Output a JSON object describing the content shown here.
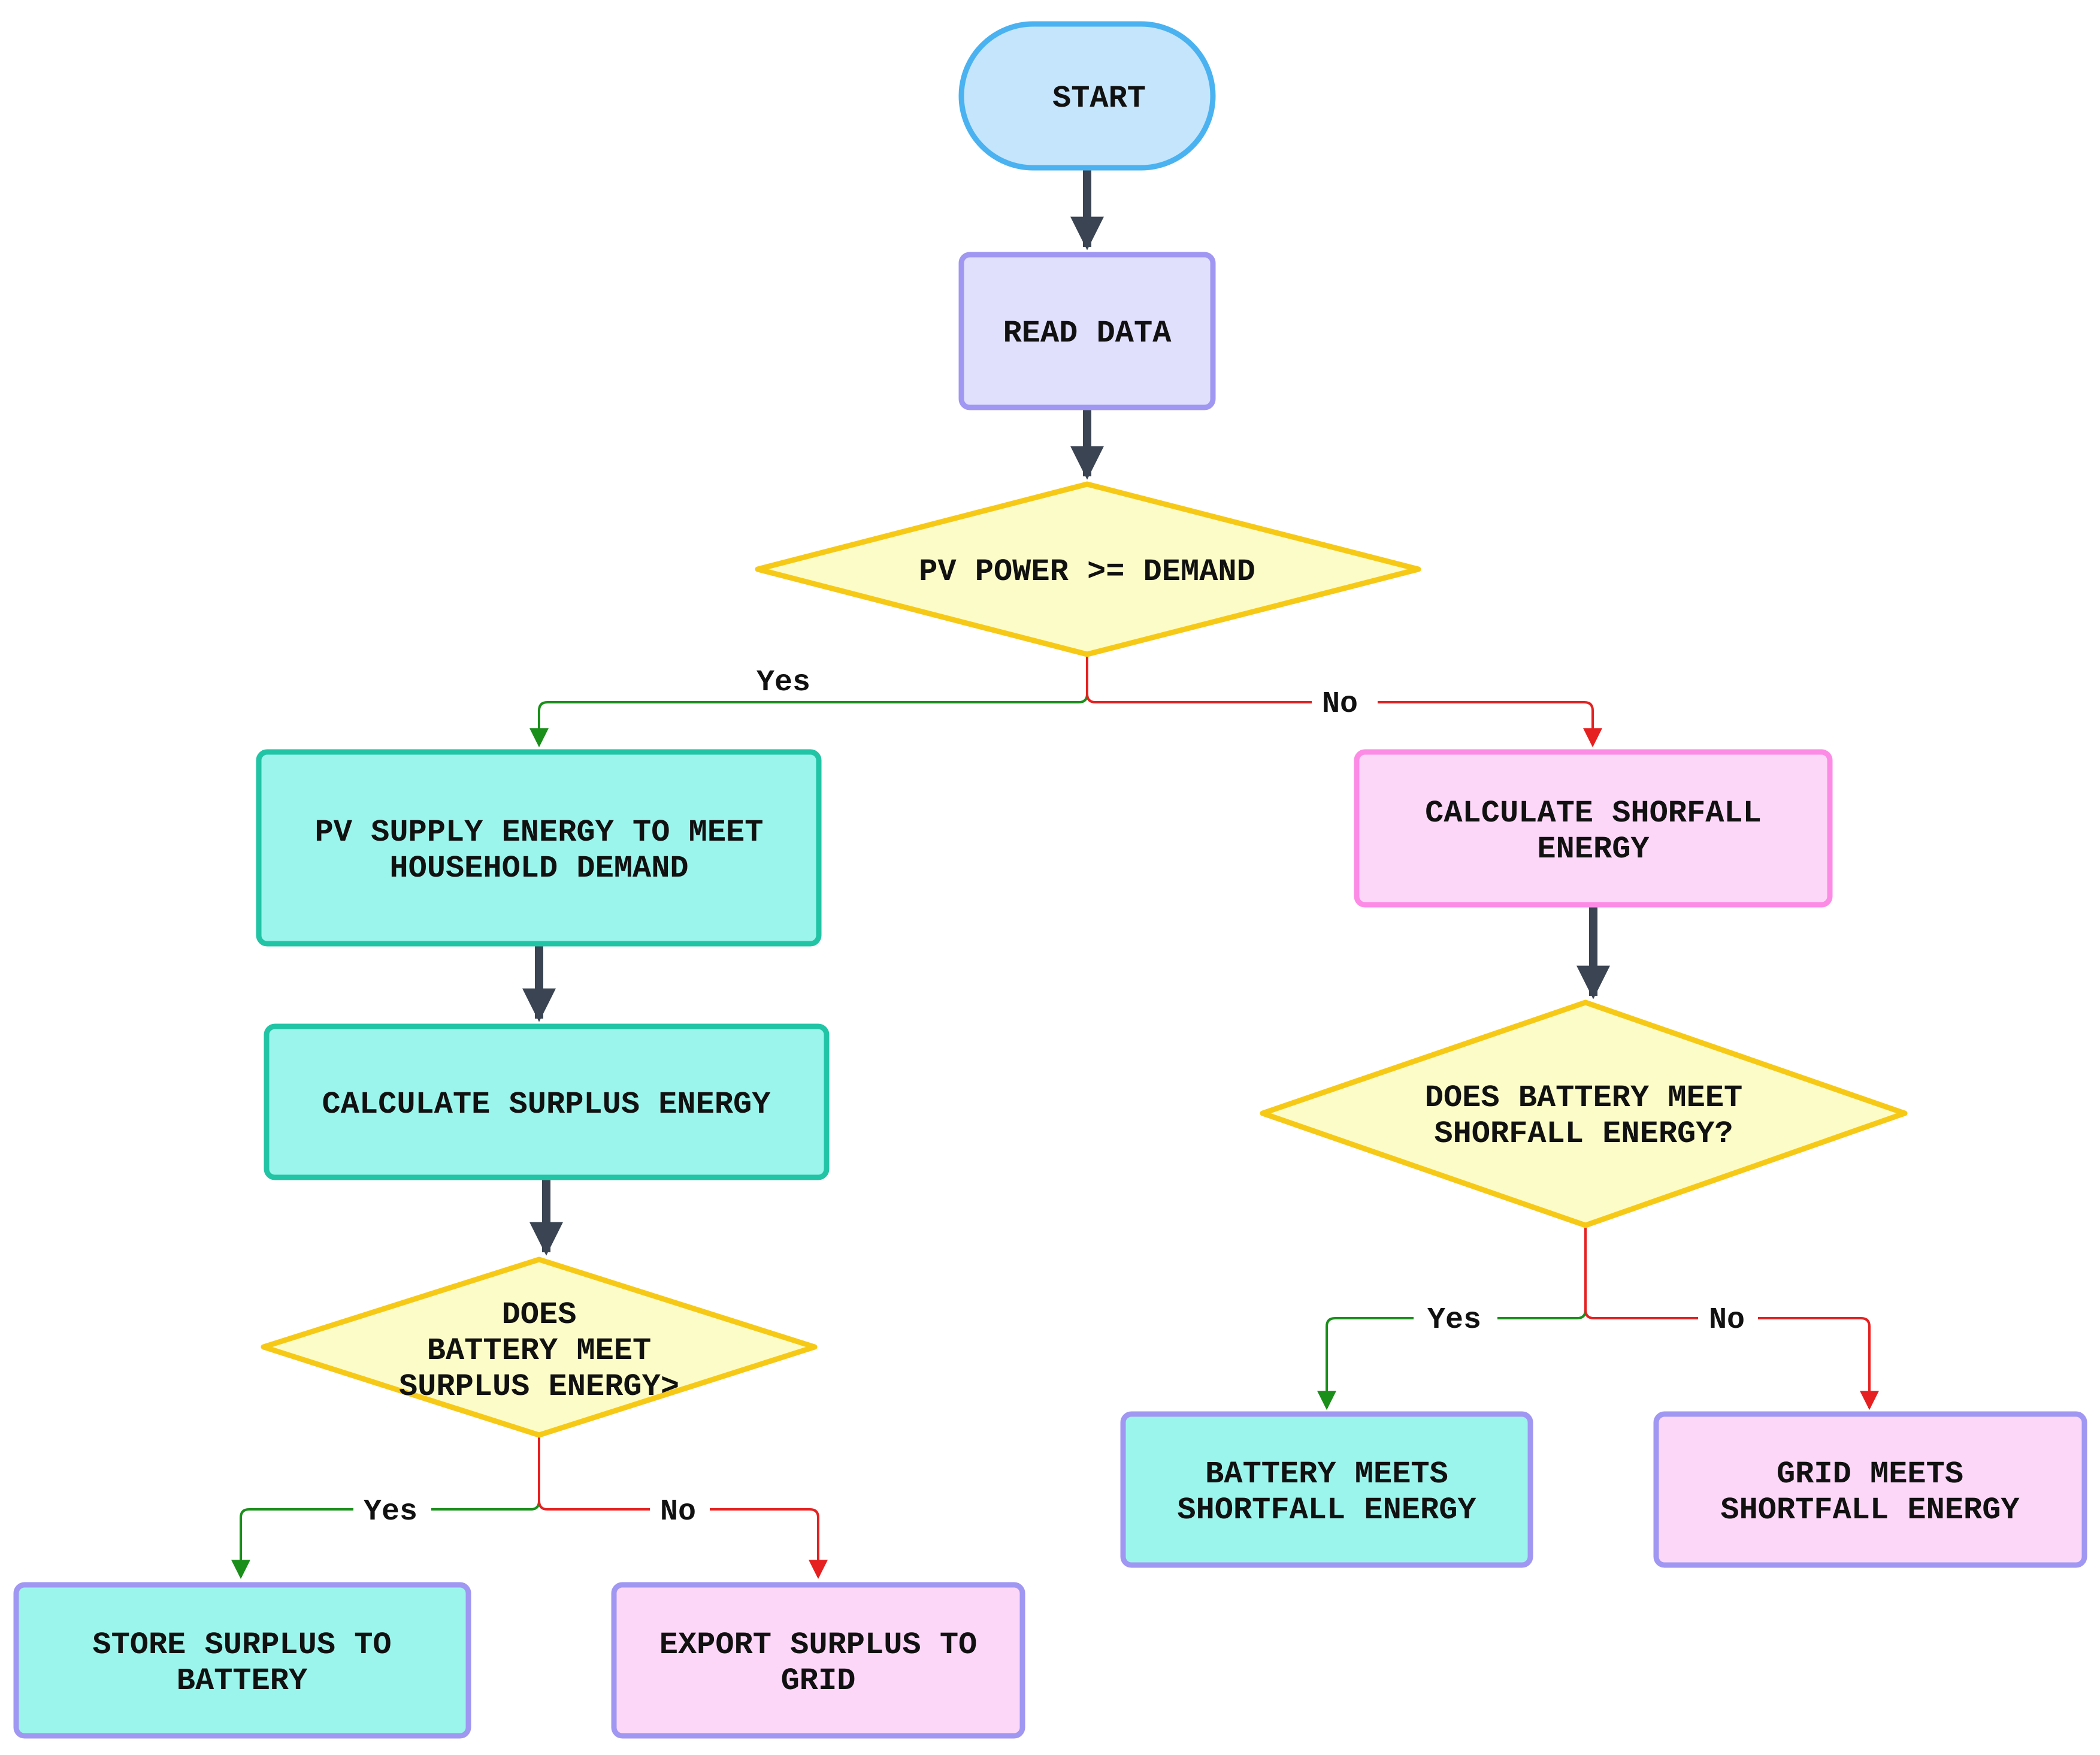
{
  "nodes": {
    "start": {
      "lines": [
        "START"
      ]
    },
    "read_data": {
      "lines": [
        "READ DATA"
      ]
    },
    "decision_pv": {
      "lines": [
        "PV POWER >= DEMAND"
      ]
    },
    "pv_supply": {
      "lines": [
        "PV SUPPLY ENERGY TO MEET",
        "HOUSEHOLD DEMAND"
      ]
    },
    "calc_surplus": {
      "lines": [
        "CALCULATE SURPLUS ENERGY"
      ]
    },
    "decision_surplus": {
      "lines": [
        "DOES",
        "BATTERY MEET",
        "SURPLUS ENERGY>"
      ]
    },
    "store_battery": {
      "lines": [
        "STORE SURPLUS TO",
        "BATTERY"
      ]
    },
    "export_grid": {
      "lines": [
        "EXPORT SURPLUS TO",
        "GRID"
      ]
    },
    "calc_shortfall": {
      "lines": [
        "CALCULATE SHORFALL",
        "ENERGY"
      ]
    },
    "decision_shortfall": {
      "lines": [
        "DOES BATTERY MEET",
        "SHORFALL ENERGY?"
      ]
    },
    "battery_meets": {
      "lines": [
        "BATTERY MEETS",
        "SHORTFALL ENERGY"
      ]
    },
    "grid_meets": {
      "lines": [
        "GRID MEETS",
        "SHORTFALL ENERGY"
      ]
    }
  },
  "edges": {
    "pv_yes": "Yes",
    "pv_no": "No",
    "surplus_yes": "Yes",
    "surplus_no": "No",
    "shortfall_yes": "Yes",
    "shortfall_no": "No"
  },
  "colors": {
    "start_fill": "#C5E5FC",
    "start_stroke": "#4AB2F0",
    "read_fill": "#E0E0FC",
    "read_stroke": "#A097F2",
    "decision_fill": "#FCFCC8",
    "decision_stroke": "#F7C917",
    "teal_fill": "#9CF5EC",
    "teal_stroke": "#22C4A6",
    "pink_fill": "#FDD7F8",
    "pink_stroke": "#FC8BE6",
    "purple_stroke": "#A097F2",
    "yes_line": "#1A8F1A",
    "no_line": "#E62020",
    "main_arrow": "#3A4452"
  }
}
